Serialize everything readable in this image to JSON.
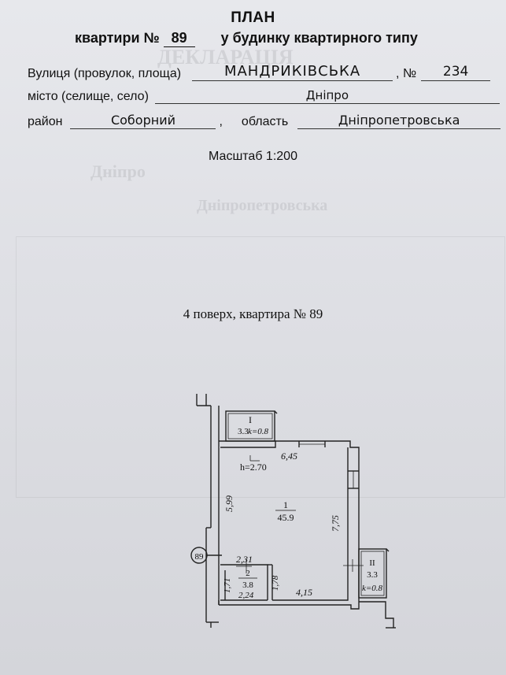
{
  "header": {
    "title": "ПЛАН",
    "apartment_label": "квартири №",
    "apartment_number": "89",
    "building_type": "у будинку квартирного типу"
  },
  "address": {
    "street_label": "Вулиця (провулок, площа)",
    "street_value": "МАНДРИКІВСЬКА",
    "number_label": ", №",
    "number_value": "234",
    "city_label": "місто (селище, село)",
    "city_value": "Дніпро",
    "district_label": "район",
    "district_value": "Соборний",
    "region_label": "область",
    "region_value": "Дніпропетровська"
  },
  "scale": "Масштаб 1:200",
  "floor_caption": "4  поверх, квартира № 89",
  "plan": {
    "marker": "89",
    "ceiling_height": "h=2.70",
    "rooms": [
      {
        "id": "1",
        "area": "45.9"
      },
      {
        "id": "2",
        "area": "3.8"
      }
    ],
    "balconies": [
      {
        "id": "I",
        "area": "3.3",
        "k": "k=0.8"
      },
      {
        "id": "II",
        "area": "3.3",
        "k": "k=0.8"
      }
    ],
    "dimensions": {
      "top": "6,45",
      "left": "5,99",
      "right": "7,75",
      "bottom": "4,15",
      "room2_top": "2,31",
      "room2_bottom": "2,24",
      "room2_left": "1,71",
      "room2_right": "1,78"
    }
  }
}
